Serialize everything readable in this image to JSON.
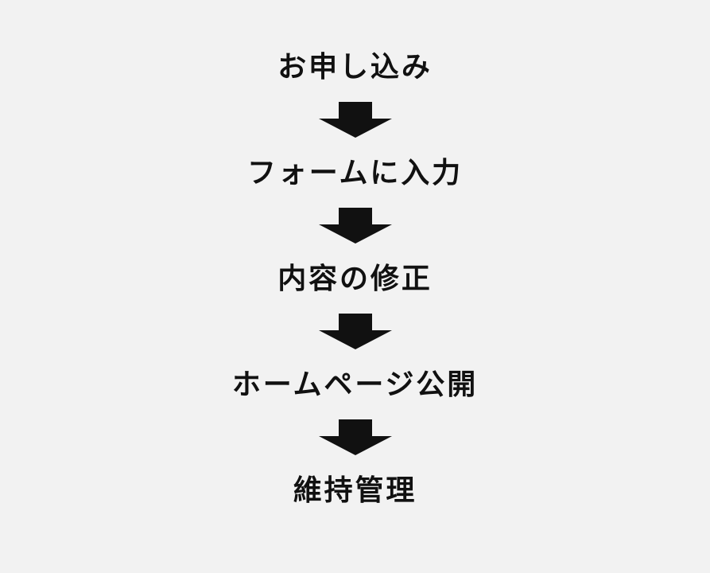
{
  "diagram": {
    "type": "vertical-flow",
    "background_color": "#f2f2f2",
    "text_color": "#111111",
    "arrow_color": "#111111",
    "steps": [
      {
        "label": "お申し込み"
      },
      {
        "label": "フォームに入力"
      },
      {
        "label": "内容の修正"
      },
      {
        "label": "ホームページ公開"
      },
      {
        "label": "維持管理"
      }
    ],
    "connector_icon": "arrow-down-icon"
  }
}
